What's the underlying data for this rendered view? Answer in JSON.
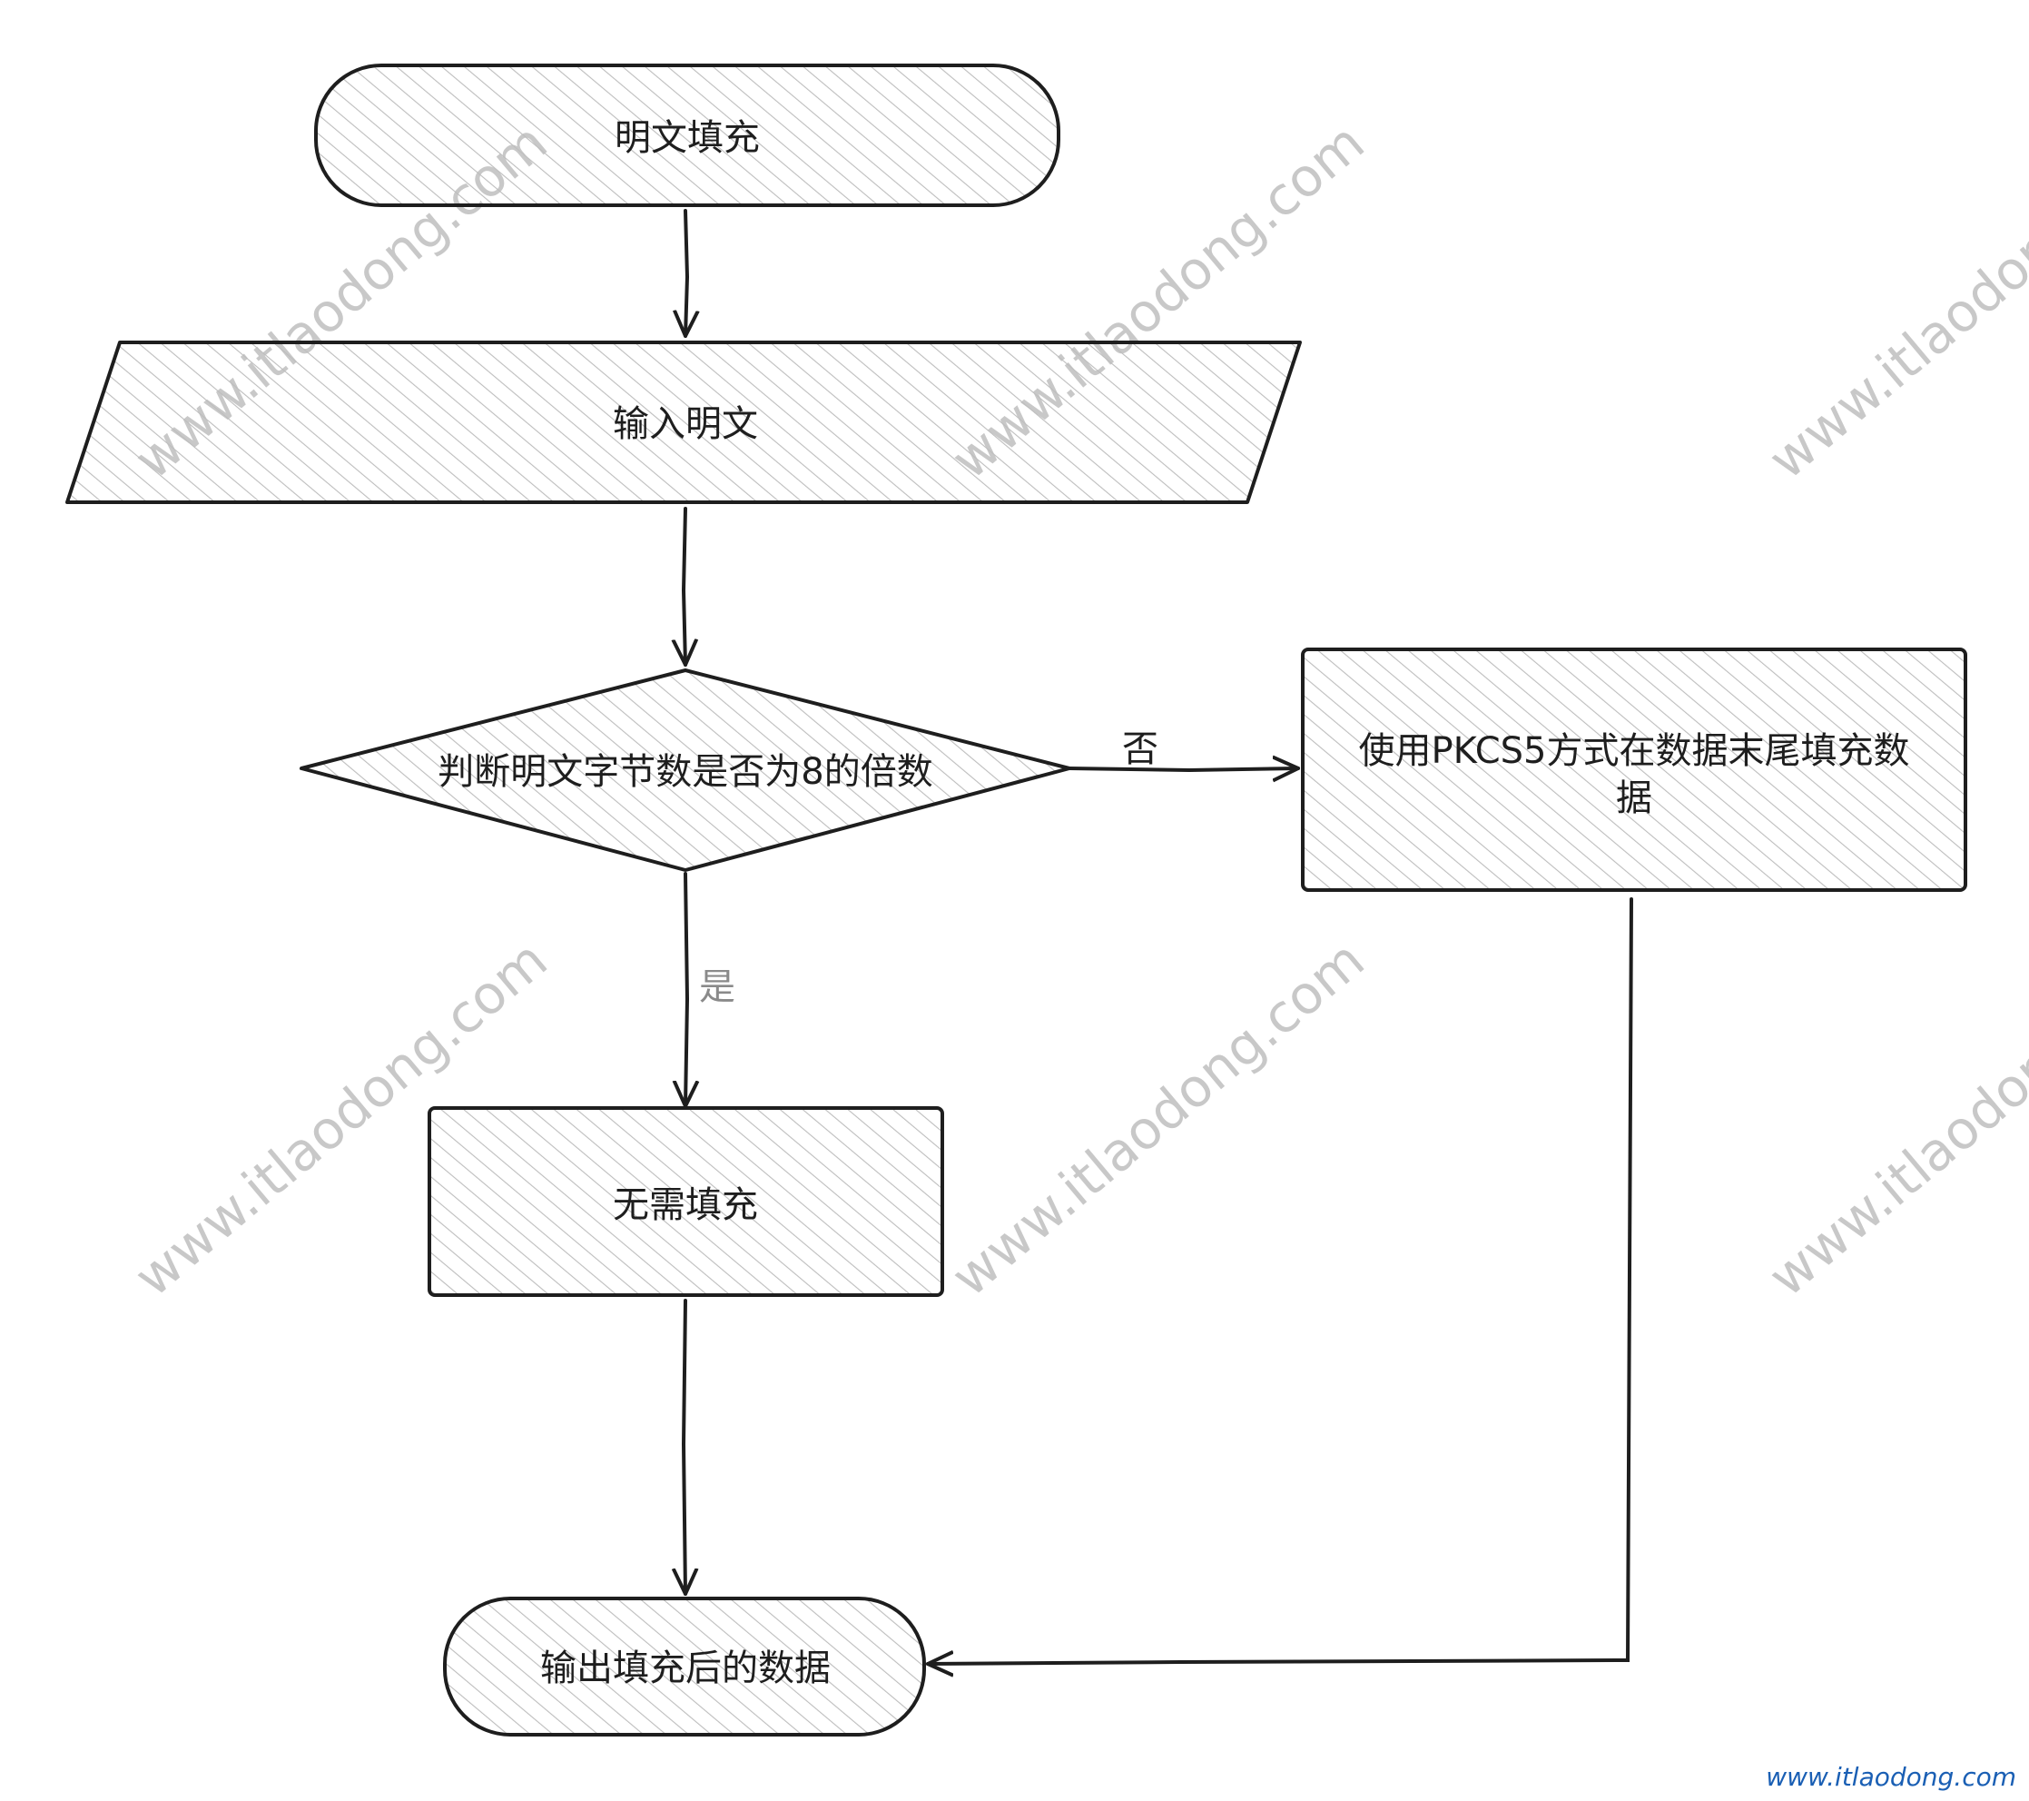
{
  "nodes": {
    "start": {
      "label": "明文填充",
      "shape": "terminal"
    },
    "input": {
      "label": "输入明文",
      "shape": "parallelogram"
    },
    "decision": {
      "label": "判断明文字节数是否为8的倍数",
      "shape": "diamond"
    },
    "pad": {
      "label_lines": [
        "使用PKCS5方式在数据末尾填充数",
        "据"
      ],
      "shape": "rectangle"
    },
    "no_pad": {
      "label": "无需填充",
      "shape": "rectangle"
    },
    "end": {
      "label": "输出填充后的数据",
      "shape": "terminal"
    }
  },
  "edges": [
    {
      "from": "start",
      "to": "input",
      "label": ""
    },
    {
      "from": "input",
      "to": "decision",
      "label": ""
    },
    {
      "from": "decision",
      "to": "pad",
      "label": "否"
    },
    {
      "from": "decision",
      "to": "no_pad",
      "label": "是"
    },
    {
      "from": "no_pad",
      "to": "end",
      "label": ""
    },
    {
      "from": "pad",
      "to": "end",
      "label": ""
    }
  ],
  "edge_labels": {
    "no": "否",
    "yes": "是"
  },
  "watermark": {
    "text": "www.itlaodong.com",
    "corner_text": "www.itlaodong.com"
  },
  "colors": {
    "stroke": "#1e1e1e",
    "hatch": "#bdbdbd",
    "watermark": "#c8c8c8",
    "corner_watermark": "#1a5fb4",
    "yes_label": "#8a8a8a"
  }
}
